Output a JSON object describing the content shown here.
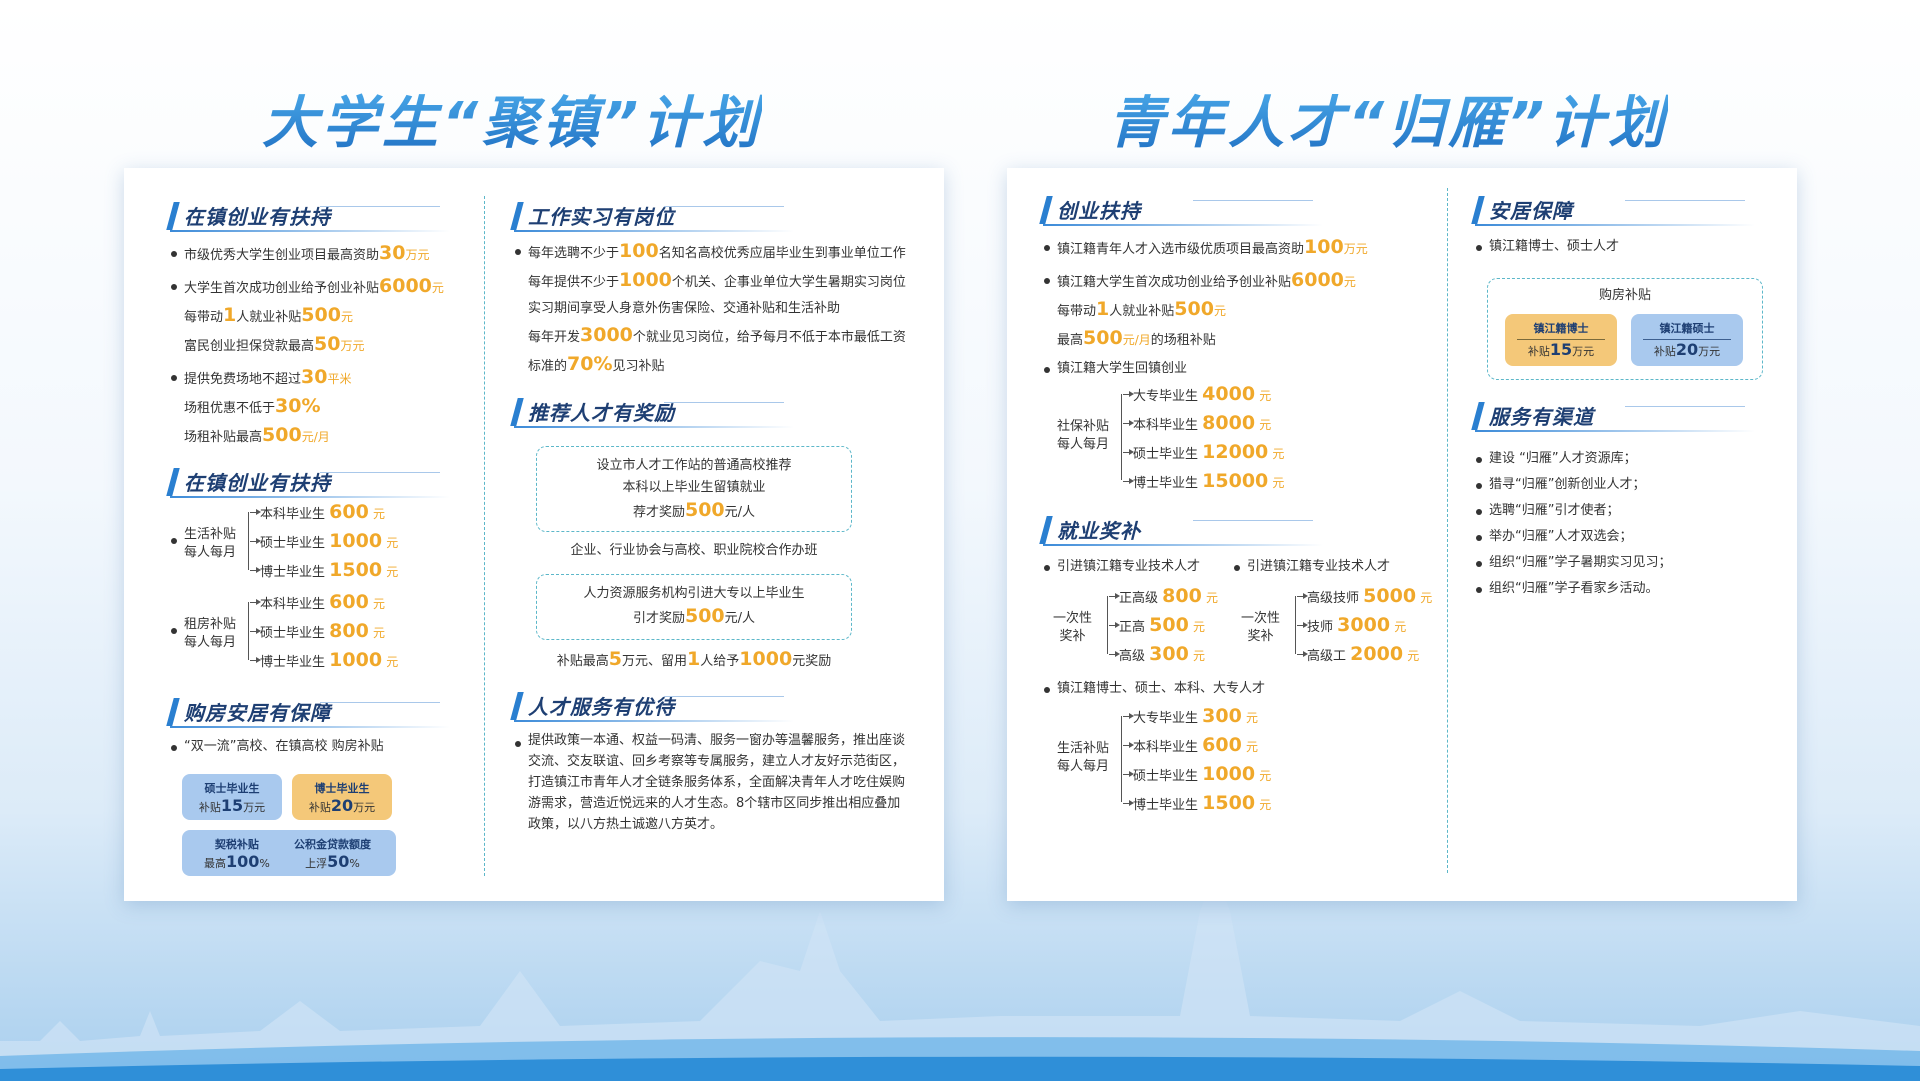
{
  "left_title": "大学生“聚镇”计划",
  "right_title": "青年人才“归雁”计划",
  "L1": {
    "h1": "在镇创业有扶持",
    "a1": "市级优秀大学生创业项目最高资助",
    "a1n": "30",
    "a1u": "万元",
    "b1": "大学生首次成功创业给予创业补贴",
    "b1n": "6000",
    "b1u": "元",
    "b2a": "每带动",
    "b2n1": "1",
    "b2b": "人就业补贴",
    "b2n2": "500",
    "b2u": "元",
    "b3": "富民创业担保贷款最高",
    "b3n": "50",
    "b3u": "万元",
    "c1": "提供免费场地不超过",
    "c1n": "30",
    "c1u": "平米",
    "c2": "场租优惠不低于",
    "c2n": "30%",
    "c3": "场租补贴最高",
    "c3n": "500",
    "c3u": "元/月",
    "h2": "在镇创业有扶持",
    "t1_label1": "生活补贴",
    "t1_label2": "每人每月",
    "t1": [
      {
        "k": "本科毕业生",
        "n": "600",
        "u": "元"
      },
      {
        "k": "硕士毕业生",
        "n": "1000",
        "u": "元"
      },
      {
        "k": "博士毕业生",
        "n": "1500",
        "u": "元"
      }
    ],
    "t2_label1": "租房补贴",
    "t2_label2": "每人每月",
    "t2": [
      {
        "k": "本科毕业生",
        "n": "600",
        "u": "元"
      },
      {
        "k": "硕士毕业生",
        "n": "800",
        "u": "元"
      },
      {
        "k": "博士毕业生",
        "n": "1000",
        "u": "元"
      }
    ],
    "h3": "购房安居有保障",
    "d1": "“双一流”高校、在镇高校 购房补贴",
    "p1t": "硕士毕业生",
    "p1a": "补贴",
    "p1n": "15",
    "p1u": "万元",
    "p2t": "博士毕业生",
    "p2a": "补贴",
    "p2n": "20",
    "p2u": "万元",
    "p3t": "契税补贴",
    "p3a": "最高",
    "p3n": "100",
    "p3u": "%",
    "p4t": "公积金贷款额度",
    "p4a": "上浮",
    "p4n": "50",
    "p4u": "%"
  },
  "L2": {
    "h1": "工作实习有岗位",
    "l1a": "每年选聘不少于",
    "l1n": "100",
    "l1b": "名知名高校优秀应届毕业生到事业单位工作",
    "l2a": "每年提供不少于",
    "l2n": "1000",
    "l2b": "个机关、企事业单位大学生暑期实习岗位",
    "l3": "实习期间享受人身意外伤害保险、交通补贴和生活补助",
    "l4a": "每年开发",
    "l4n": "3000",
    "l4b": "个就业见习岗位，给予每月不低于本市最低工资",
    "l5a": "标准的",
    "l5n": "70%",
    "l5b": "见习补贴",
    "h2": "推荐人才有奖励",
    "box1a": "设立市人才工作站的普通高校推荐",
    "box1b": "本科以上毕业生留镇就业",
    "box1c": "荐才奖励",
    "box1n": "500",
    "box1u": "元/人",
    "mid": "企业、行业协会与高校、职业院校合作办班",
    "box2a": "人力资源服务机构引进大专以上毕业生",
    "box2c": "引才奖励",
    "box2n": "500",
    "box2u": "元/人",
    "s1": "补贴最高",
    "s1n": "5",
    "s2": "万元、留用",
    "s2n": "1",
    "s3": "人给予",
    "s3n": "1000",
    "s4": "元奖励",
    "h3": "人才服务有优待",
    "para": "提供政策一本通、权益一码清、服务一窗办等温馨服务，推出座谈交流、交友联谊、回乡考察等专属服务，建立人才友好示范街区，打造镇江市青年人才全链条服务体系，全面解决青年人才吃住娱购游需求，营造近悦远来的人才生态。8个辖市区同步推出相应叠加政策，以八方热土诚邀八方英才。"
  },
  "R1": {
    "h1": "创业扶持",
    "a1": "镇江籍青年人才入选市级优质项目最高资助",
    "a1n": "100",
    "a1u": "万元",
    "b1": "镇江籍大学生首次成功创业给予创业补贴",
    "b1n": "6000",
    "b1u": "元",
    "b2a": "每带动",
    "b2n1": "1",
    "b2b": "人就业补贴",
    "b2n2": "500",
    "b2u": "元",
    "b3a": "最高",
    "b3n": "500",
    "b3u": "元/月",
    "b3b": "的场租补贴",
    "c1": "镇江籍大学生回镇创业",
    "t1_label1": "社保补贴",
    "t1_label2": "每人每月",
    "t1": [
      {
        "k": "大专毕业生",
        "n": "4000",
        "u": "元"
      },
      {
        "k": "本科毕业生",
        "n": "8000",
        "u": "元"
      },
      {
        "k": "硕士毕业生",
        "n": "12000",
        "u": "元"
      },
      {
        "k": "博士毕业生",
        "n": "15000",
        "u": "元"
      }
    ],
    "h2": "就业奖补",
    "e1": "引进镇江籍专业技术人才",
    "e2": "引进镇江籍专业技术人才",
    "tA_label1": "一次性",
    "tA_label2": "奖补",
    "tA": [
      {
        "k": "正高级",
        "n": "800",
        "u": "元"
      },
      {
        "k": "正高",
        "n": "500",
        "u": "元"
      },
      {
        "k": "高级",
        "n": "300",
        "u": "元"
      }
    ],
    "tB_label1": "一次性",
    "tB_label2": "奖补",
    "tB": [
      {
        "k": "高级技师",
        "n": "5000",
        "u": "元"
      },
      {
        "k": "技师",
        "n": "3000",
        "u": "元"
      },
      {
        "k": "高级工",
        "n": "2000",
        "u": "元"
      }
    ],
    "f1": "镇江籍博士、硕士、本科、大专人才",
    "t2_label1": "生活补贴",
    "t2_label2": "每人每月",
    "t2": [
      {
        "k": "大专毕业生",
        "n": "300",
        "u": "元"
      },
      {
        "k": "本科毕业生",
        "n": "600",
        "u": "元"
      },
      {
        "k": "硕士毕业生",
        "n": "1000",
        "u": "元"
      },
      {
        "k": "博士毕业生",
        "n": "1500",
        "u": "元"
      }
    ]
  },
  "R2": {
    "h1": "安居保障",
    "a1": "镇江籍博士、硕士人才",
    "box_t": "购房补贴",
    "p1t": "镇江籍博士",
    "p1a": "补贴",
    "p1n": "15",
    "p1u": "万元",
    "p2t": "镇江籍硕士",
    "p2a": "补贴",
    "p2n": "20",
    "p2u": "万元",
    "h2": "服务有渠道",
    "items": [
      "建设 “归雁”人才资源库；",
      "猎寻“归雁”创新创业人才；",
      "选聘“归雁”引才使者；",
      "举办“归雁”人才双选会；",
      "组织“归雁”学子暑期实习见习；",
      "组织“归雁”学子看家乡活动。"
    ]
  }
}
